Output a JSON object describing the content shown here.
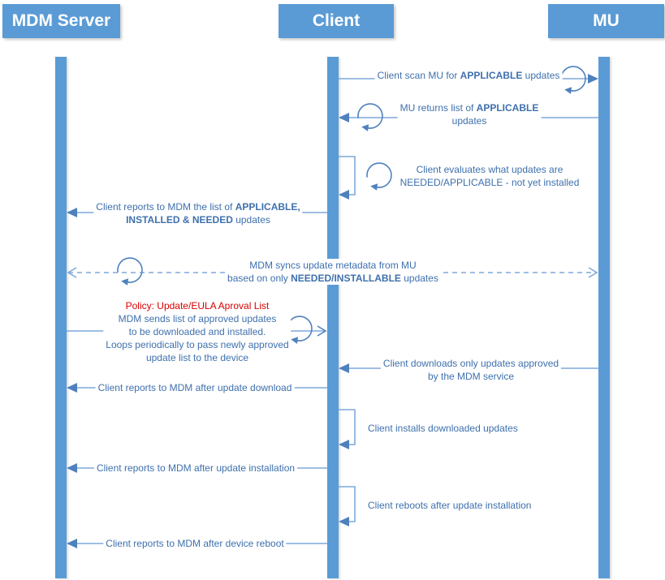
{
  "actors": [
    {
      "label": "MDM Server"
    },
    {
      "label": "Client"
    },
    {
      "label": "MU"
    }
  ],
  "messages": {
    "scan": {
      "pre": "Client scan MU for ",
      "bold": "APPLICABLE",
      "post": " updates"
    },
    "returns": {
      "l1pre": "MU returns list of ",
      "l1bold": "APPLICABLE",
      "l2": "updates"
    },
    "evaluates": {
      "l1": "Client evaluates what updates are",
      "l2": "NEEDED/APPLICABLE - not yet installed"
    },
    "report_list": {
      "l1pre": "Client reports to MDM the list of ",
      "l1bold": "APPLICABLE,",
      "l2bold": "INSTALLED & NEEDED",
      "l2post": " updates"
    },
    "sync": {
      "l1": "MDM syncs update metadata from MU",
      "l2pre": "based on only ",
      "l2bold": "NEEDED/INSTALLABLE",
      "l2post": " updates"
    },
    "policy": {
      "title": "Policy: Update/EULA Aproval List",
      "l1": "MDM sends list of approved updates",
      "l2": "to be downloaded and installed.",
      "l3": "Loops periodically to pass newly approved",
      "l4": "update list to the device"
    },
    "downloads": {
      "l1": "Client downloads only updates approved",
      "l2": "by the MDM service"
    },
    "report_download": {
      "text": "Client reports to MDM after update download"
    },
    "installs": {
      "text": "Client installs downloaded updates"
    },
    "report_install": {
      "text": "Client reports to MDM after update installation"
    },
    "reboots": {
      "text": "Client reboots after update installation"
    },
    "report_reboot": {
      "text": "Client reports to MDM after device reboot"
    }
  },
  "colors": {
    "actor_fill": "#5B9BD5",
    "line": "#7FA8DC",
    "arrow": "#4E81BD",
    "text": "#3E70AD",
    "policy_red": "#D90000"
  }
}
